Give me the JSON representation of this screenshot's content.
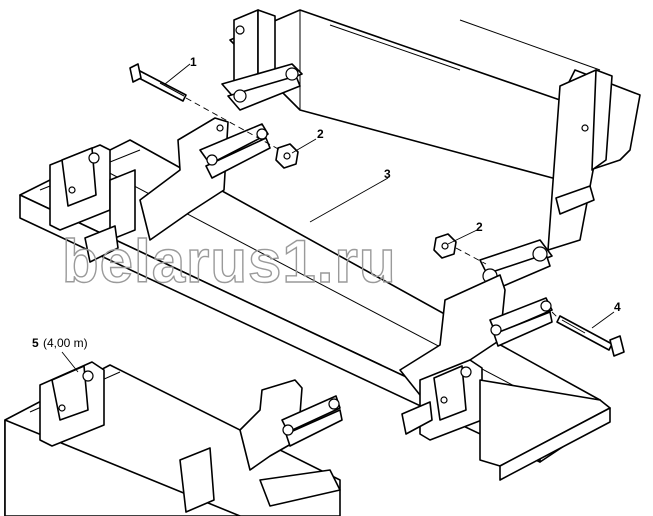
{
  "callouts": {
    "c1": "1",
    "c2a": "2",
    "c2b": "2",
    "c3": "3",
    "c4": "4",
    "c5": "5",
    "c5_note": "(4,00 m)"
  },
  "watermark": "belarus1.ru"
}
